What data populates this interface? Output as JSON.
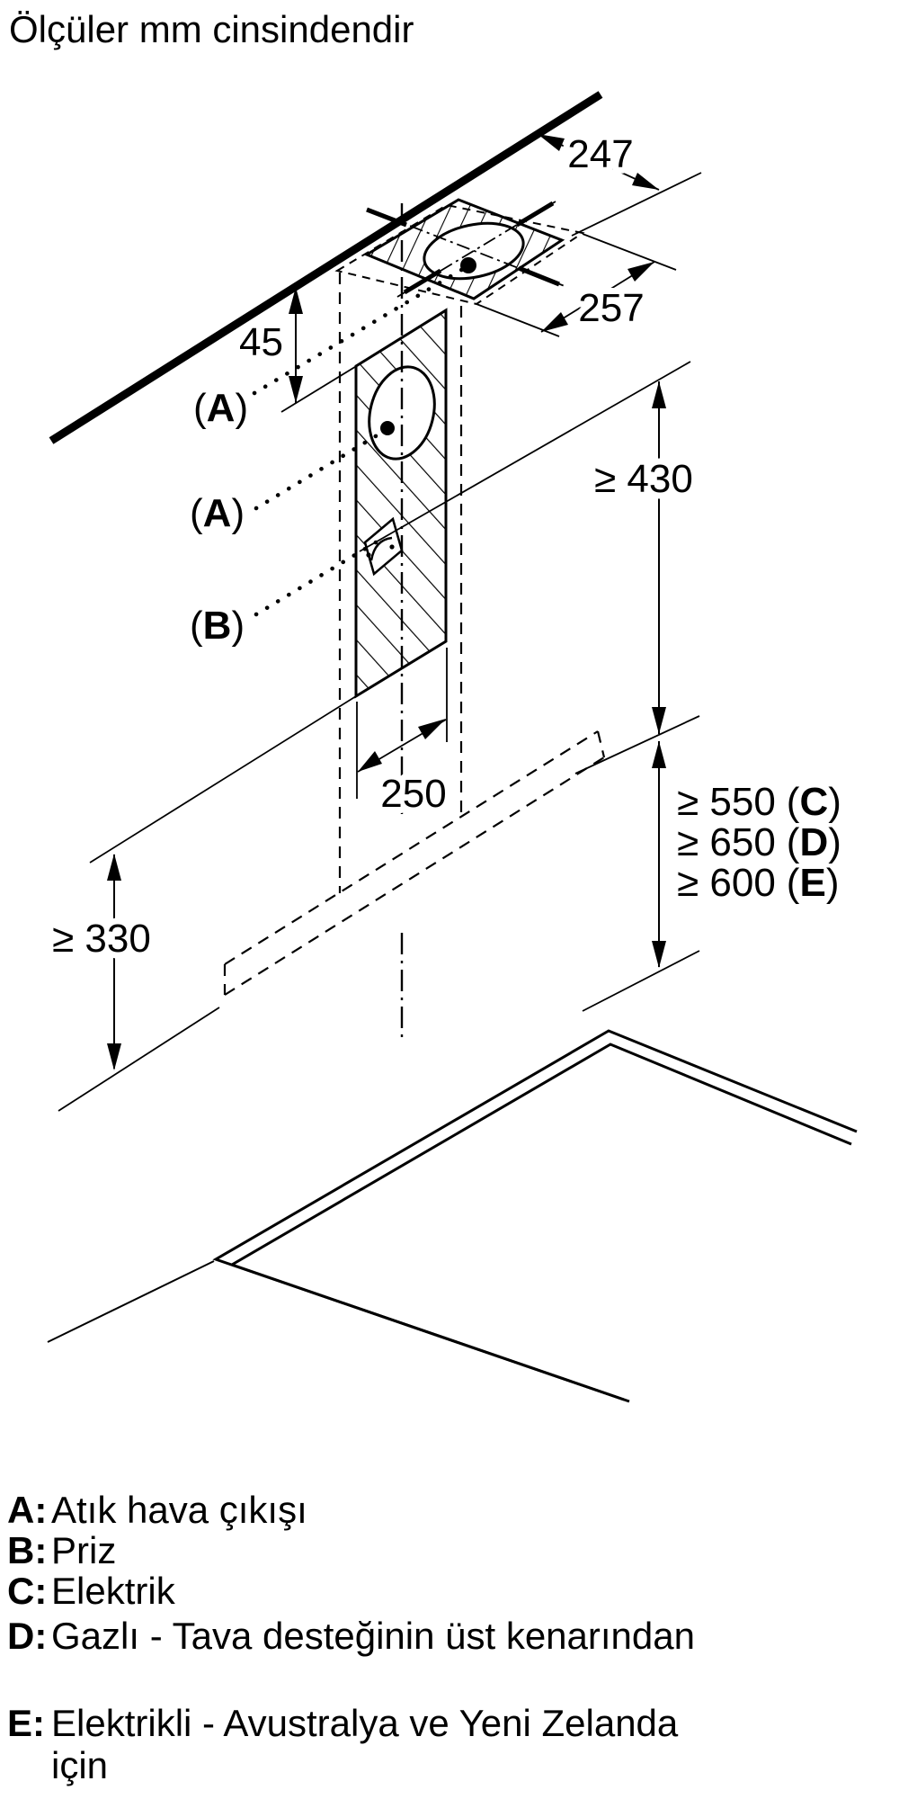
{
  "title": "Ölçüler mm cinsindendir",
  "dims": {
    "d247": "247",
    "d257": "257",
    "d45": "45",
    "d430": "≥ 430",
    "d250": "250",
    "d330": "≥ 330",
    "d550": {
      "value": "≥ 550",
      "open": "(",
      "letter": "C",
      "close": ")"
    },
    "d650": {
      "value": "≥ 650",
      "open": "(",
      "letter": "D",
      "close": ")"
    },
    "d600": {
      "value": "≥ 600",
      "open": "(",
      "letter": "E",
      "close": ")"
    }
  },
  "callouts": {
    "a1": {
      "open": "(",
      "letter": "A",
      "close": ")"
    },
    "a2": {
      "open": "(",
      "letter": "A",
      "close": ")"
    },
    "b": {
      "open": "(",
      "letter": "B",
      "close": ")"
    }
  },
  "legend": [
    {
      "key": "A:",
      "text": "Atık hava çıkışı"
    },
    {
      "key": "B:",
      "text": "Priz"
    },
    {
      "key": "C:",
      "text": "Elektrik"
    },
    {
      "key": "D:",
      "text": "Gazlı - Tava desteğinin üst kenarından"
    },
    {
      "key": "E:",
      "text": "Elektrikli - Avustralya ve Yeni Zelanda",
      "text_line2": "için"
    }
  ],
  "colors": {
    "ink": "#000000",
    "paper": "#ffffff"
  }
}
